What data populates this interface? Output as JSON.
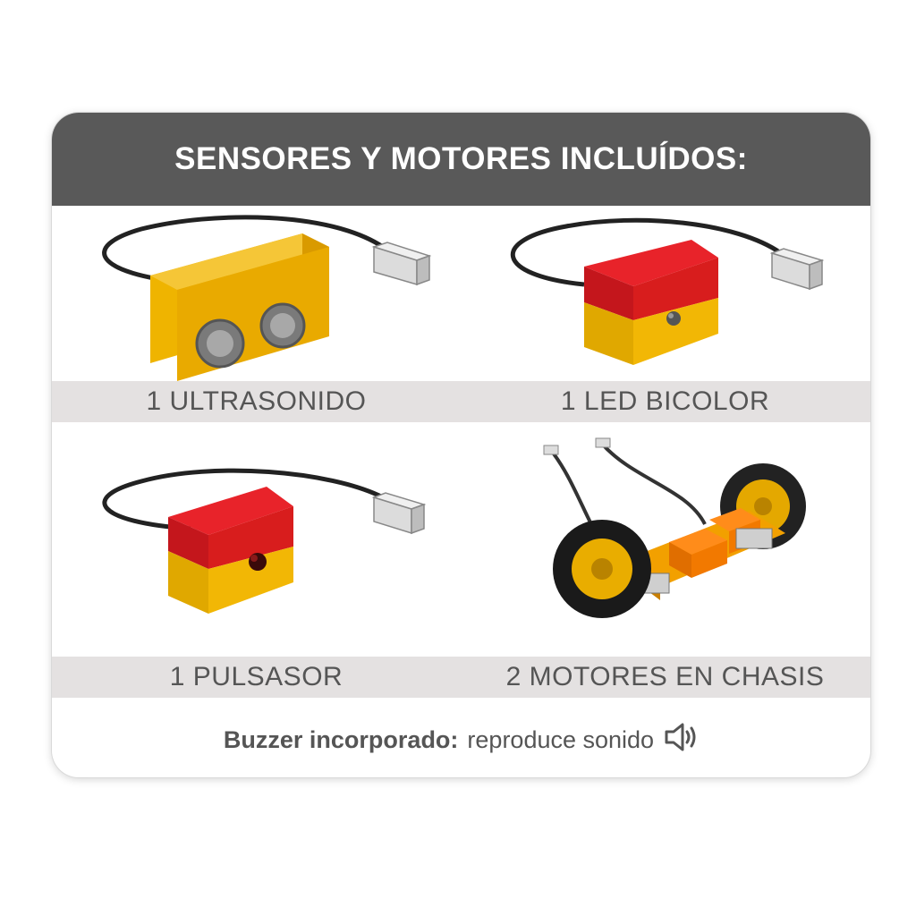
{
  "header": {
    "title": "SENSORES Y MOTORES INCLUÍDOS:"
  },
  "items": [
    {
      "label": "1 ULTRASONIDO"
    },
    {
      "label": "1 LED BICOLOR"
    },
    {
      "label": "1 PULSASOR"
    },
    {
      "label": "2 MOTORES EN CHASIS"
    }
  ],
  "footer": {
    "bold_text": "Buzzer incorporado:",
    "text": "reproduce sonido",
    "icon": "speaker-icon"
  },
  "colors": {
    "header_bg": "#595959",
    "band_bg": "#e4e1e1",
    "module_yellow": "#f2b705",
    "module_red": "#d81d1d",
    "wheel_black": "#222222"
  }
}
